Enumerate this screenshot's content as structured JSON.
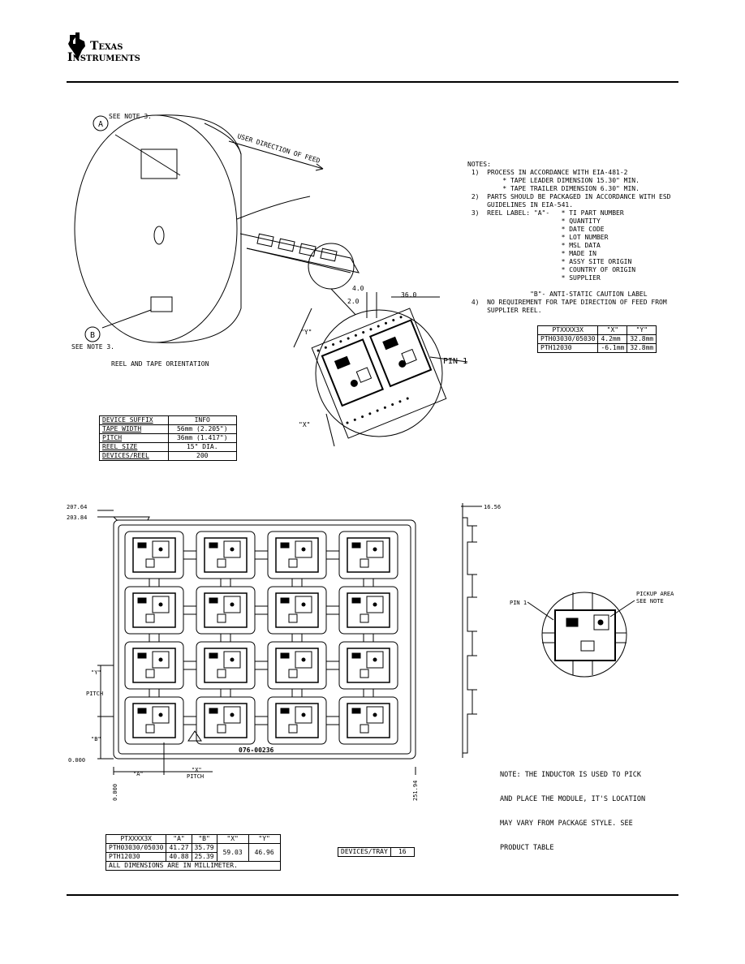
{
  "header": {
    "company_line1": "Texas",
    "company_line2": "Instruments"
  },
  "reel_section": {
    "see_note_a": "SEE NOTE 3.",
    "see_note_b": "SEE NOTE 3.",
    "label_a": "A",
    "label_b": "B",
    "feed_direction": "USER DIRECTION OF FEED",
    "caption": "REEL AND TAPE ORIENTATION",
    "dim_4": "4.0",
    "dim_36": "36.0",
    "dim_2": "2.0",
    "dim_y": "\"Y\"",
    "dim_x": "\"X\"",
    "pin1": "PIN 1"
  },
  "notes": {
    "title": "NOTES:",
    "lines": [
      " 1)  PROCESS IN ACCORDANCE WITH EIA-481-2",
      "         * TAPE LEADER DIMENSION 15.30\" MIN.",
      "         * TAPE TRAILER DIMENSION 6.30\" MIN.",
      " 2)  PARTS SHOULD BE PACKAGED IN ACCORDANCE WITH ESD",
      "     GUIDELINES IN EIA-541.",
      " 3)  REEL LABEL: \"A\"-   * TI PART NUMBER",
      "                        * QUANTITY",
      "                        * DATE CODE",
      "                        * LOT NUMBER",
      "                        * MSL DATA",
      "                        * MADE IN",
      "                        * ASSY SITE ORIGIN",
      "                        * COUNTRY OF ORIGIN",
      "                        * SUPPLIER",
      "",
      "                \"B\"- ANTI-STATIC CAUTION LABEL",
      " 4)  NO REQUIREMENT FOR TAPE DIRECTION OF FEED FROM",
      "     SUPPLIER REEL."
    ]
  },
  "xy_table": {
    "headers": [
      "PTXXXX3X",
      "\"X\"",
      "\"Y\""
    ],
    "rows": [
      [
        "PTH03030/05030",
        "4.2mm",
        "32.8mm"
      ],
      [
        "PTH12030",
        "-6.1mm",
        "32.8mm"
      ]
    ]
  },
  "device_table": {
    "headers": [
      "DEVICE SUFFIX",
      "INFO"
    ],
    "rows": [
      [
        "TAPE WIDTH",
        "56mm (2.205\")"
      ],
      [
        "PITCH",
        "36mm (1.417\")"
      ],
      [
        "REEL SIZE",
        "15\" DIA."
      ],
      [
        "DEVICES/REEL",
        "200"
      ]
    ]
  },
  "tray_section": {
    "dim_top1": "207.64",
    "dim_top2": "203.84",
    "dim_zero_y": "0.000",
    "dim_zero_x": "0.000",
    "dim_width": "251.94",
    "dim_side": "16.56",
    "y_pitch_1": "\"Y\"",
    "y_pitch_2": "PITCH",
    "b_label": "\"B\"",
    "a_label": "\"A\"",
    "x_pitch_1": "\"X\"",
    "x_pitch_2": "PITCH",
    "tray_marking": "076-00236",
    "pin1": "PIN 1",
    "pickup_1": "PICKUP AREA",
    "pickup_2": "SEE NOTE",
    "note_lines": [
      "NOTE: THE INDUCTOR IS USED TO PICK",
      "AND PLACE THE MODULE, IT'S LOCATION",
      "MAY VARY FROM PACKAGE STYLE. SEE",
      "PRODUCT TABLE"
    ]
  },
  "tray_table": {
    "headers": [
      "PTXXXX3X",
      "\"A\"",
      "\"B\"",
      "\"X\"",
      "\"Y\""
    ],
    "rows": [
      [
        "PTH03030/05030",
        "41.27",
        "35.79"
      ],
      [
        "PTH12030",
        "40.88",
        "25.39"
      ]
    ],
    "x_value": "59.03",
    "y_value": "46.96",
    "footer": "ALL DIMENSIONS ARE IN MILLIMETER."
  },
  "devices_tray": {
    "label": "DEVICES/TRAY",
    "value": "16"
  }
}
